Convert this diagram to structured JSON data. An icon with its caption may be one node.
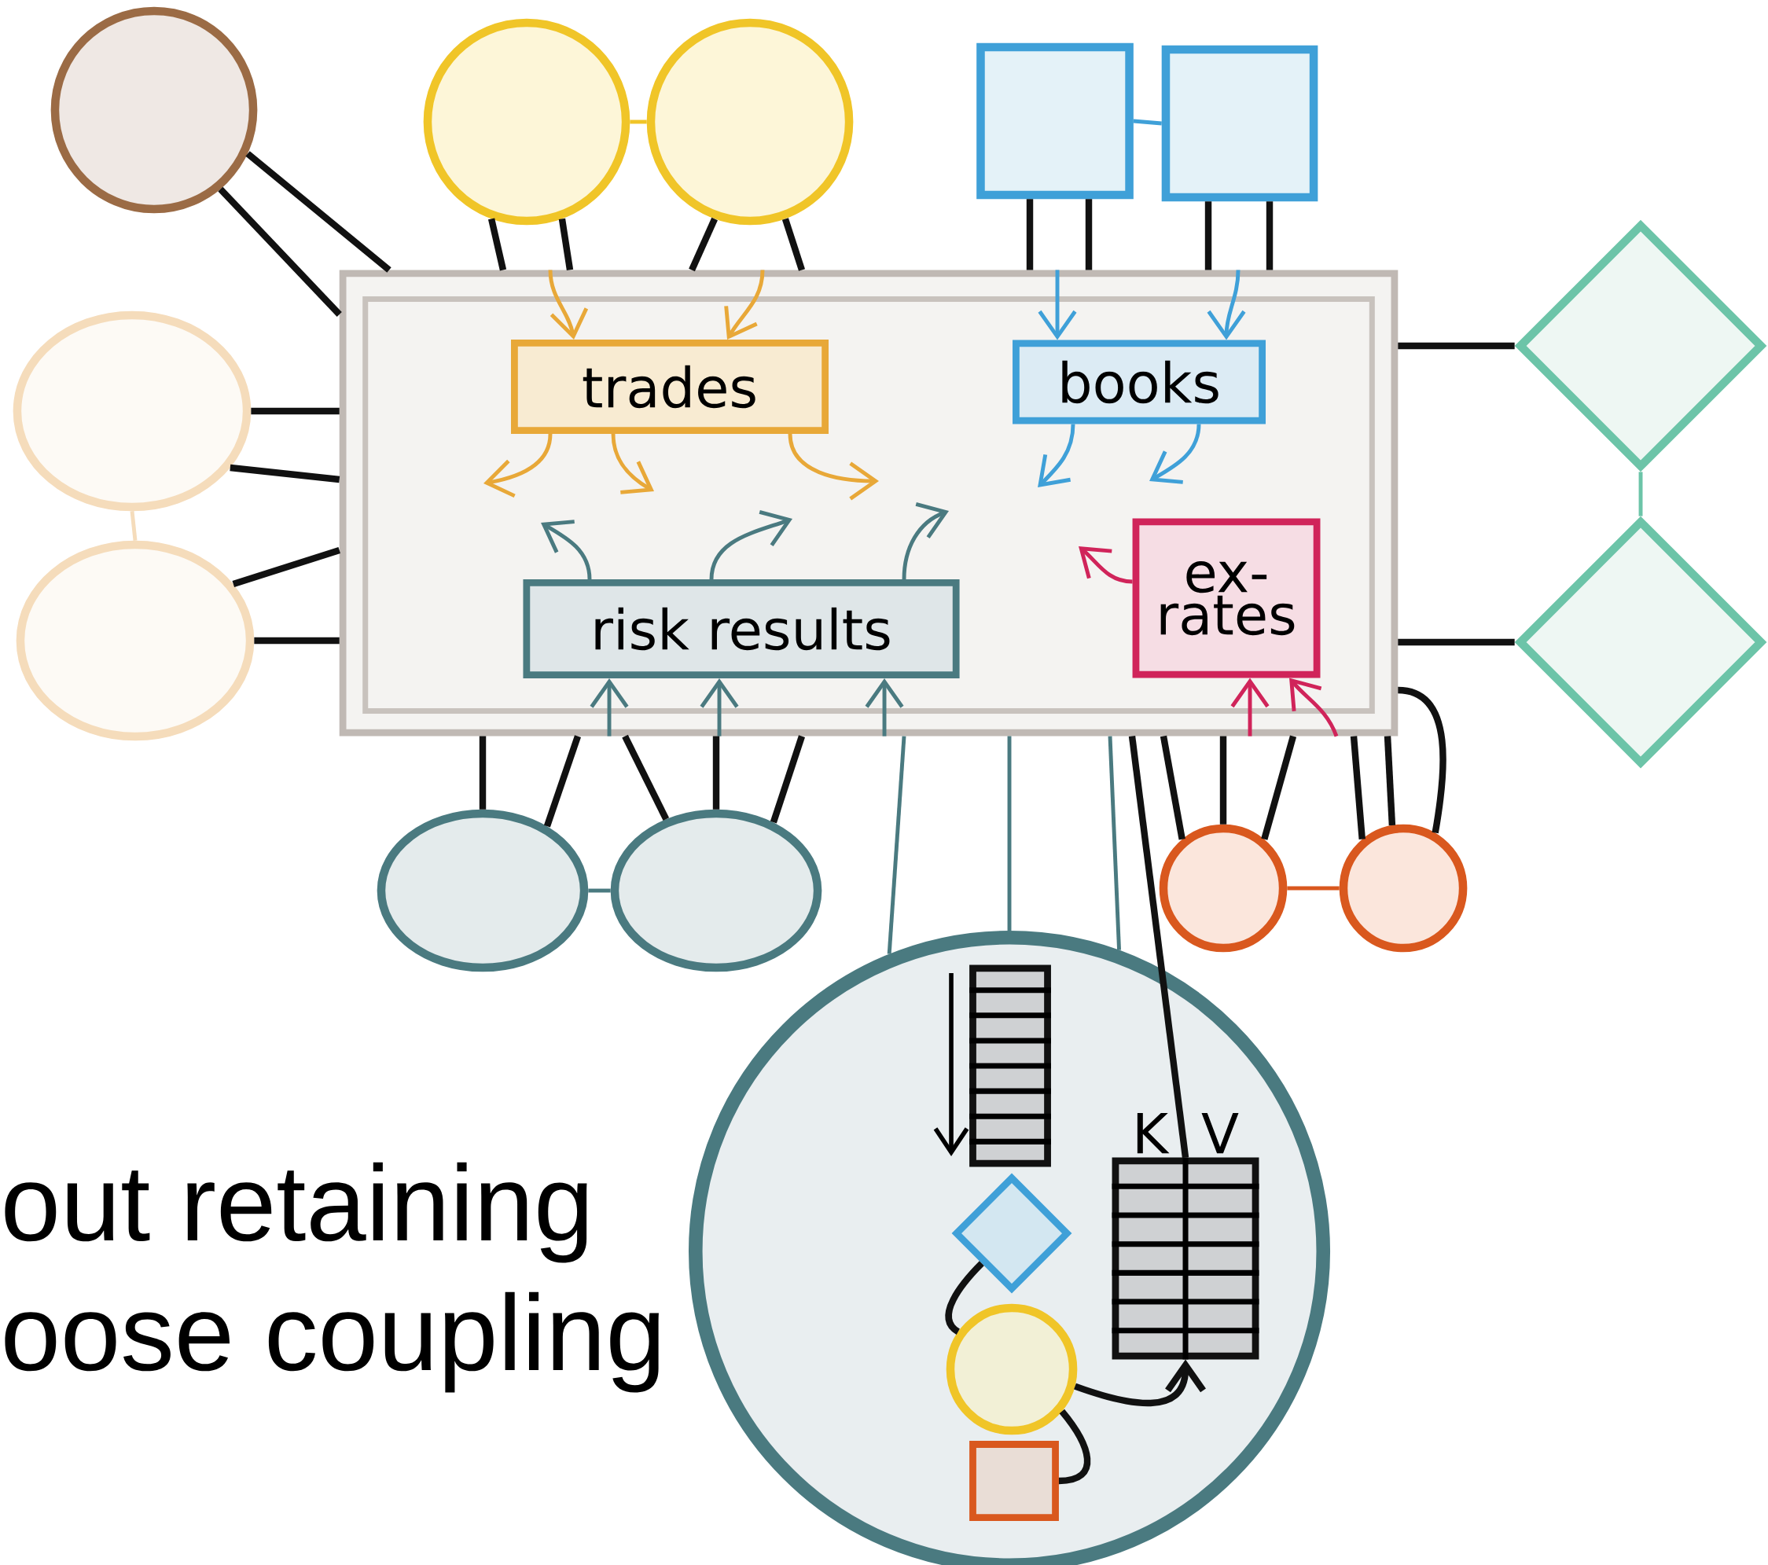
{
  "diagram": {
    "nodes": [
      {
        "text": [],
        "shape": "box"
      },
      {
        "text": [
          "trades"
        ],
        "in": 0
      },
      {
        "text": [
          "books"
        ],
        "in": 0
      },
      {
        "text": [
          "risk results"
        ],
        "in": 0
      },
      {
        "text": [
          "ex-rates"
        ],
        "in": 0
      },
      {
        "text": [],
        "shape": "circle"
      },
      {
        "text": [],
        "shape": "circle"
      },
      {
        "text": [],
        "shape": "circle"
      },
      {
        "text": [],
        "shape": "box"
      },
      {
        "text": [],
        "shape": "box"
      },
      {
        "text": [],
        "shape": "ellipse"
      },
      {
        "text": [],
        "shape": "ellipse"
      },
      {
        "text": [],
        "shape": "diamond"
      },
      {
        "text": [],
        "shape": "diamond"
      },
      {
        "text": [],
        "shape": "ellipse"
      },
      {
        "text": [],
        "shape": "ellipse"
      },
      {
        "text": [],
        "shape": "circle"
      },
      {
        "text": [],
        "shape": "circle"
      },
      {
        "text": [],
        "shape": "circle"
      },
      {
        "text": [],
        "shape": "stack",
        "in": 18
      },
      {
        "text": [],
        "shape": "diamond",
        "in": 18
      },
      {
        "text": [],
        "shape": "circle",
        "in": 18
      },
      {
        "text": [],
        "shape": "box",
        "in": 18
      },
      {
        "text": [],
        "shape": "table",
        "in": 18,
        "beside": [
          "K",
          "V"
        ]
      }
    ],
    "edges": [
      {
        "from": 0,
        "to": 1,
        "arrow": "to",
        "color": "#e8a838"
      },
      {
        "from": 0,
        "to": 1,
        "arrow": "to",
        "color": "#e8a838"
      },
      {
        "from": 1,
        "to": null,
        "arrow": "to",
        "color": "#e8a838"
      },
      {
        "from": 1,
        "to": null,
        "arrow": "to",
        "color": "#e8a838"
      },
      {
        "from": 1,
        "to": null,
        "arrow": "to",
        "color": "#e8a838"
      },
      {
        "from": 0,
        "to": 2,
        "arrow": "to",
        "color": "#3fa0d8"
      },
      {
        "from": 0,
        "to": 2,
        "arrow": "to",
        "color": "#3fa0d8"
      },
      {
        "from": 2,
        "to": null,
        "arrow": "to",
        "color": "#3fa0d8"
      },
      {
        "from": 2,
        "to": null,
        "arrow": "to",
        "color": "#3fa0d8"
      },
      {
        "from": 3,
        "to": null,
        "arrow": "to",
        "color": "#4a7a80"
      },
      {
        "from": 3,
        "to": null,
        "arrow": "to",
        "color": "#4a7a80"
      },
      {
        "from": 3,
        "to": null,
        "arrow": "to",
        "color": "#4a7a80"
      },
      {
        "from": 0,
        "to": 3,
        "arrow": "to",
        "color": "#4a7a80"
      },
      {
        "from": 0,
        "to": 3,
        "arrow": "to",
        "color": "#4a7a80"
      },
      {
        "from": 0,
        "to": 3,
        "arrow": "to",
        "color": "#4a7a80"
      },
      {
        "from": 4,
        "to": null,
        "arrow": "to",
        "color": "#d0245a"
      },
      {
        "from": 0,
        "to": 4,
        "arrow": "to",
        "color": "#d0245a"
      },
      {
        "from": 0,
        "to": 4,
        "arrow": "to",
        "color": "#d0245a"
      },
      {
        "from": 5,
        "to": 0,
        "arrow": "none"
      },
      {
        "from": 5,
        "to": 0,
        "arrow": "none"
      },
      {
        "from": 6,
        "to": 0,
        "arrow": "none"
      },
      {
        "from": 6,
        "to": 0,
        "arrow": "none"
      },
      {
        "from": 7,
        "to": 0,
        "arrow": "none"
      },
      {
        "from": 7,
        "to": 0,
        "arrow": "none"
      },
      {
        "from": 8,
        "to": 0,
        "arrow": "none"
      },
      {
        "from": 8,
        "to": 0,
        "arrow": "none"
      },
      {
        "from": 9,
        "to": 0,
        "arrow": "none"
      },
      {
        "from": 9,
        "to": 0,
        "arrow": "none"
      },
      {
        "from": 10,
        "to": 0,
        "arrow": "none"
      },
      {
        "from": 10,
        "to": 0,
        "arrow": "none"
      },
      {
        "from": 11,
        "to": 0,
        "arrow": "none"
      },
      {
        "from": 11,
        "to": 0,
        "arrow": "none"
      },
      {
        "from": 12,
        "to": 0,
        "arrow": "none"
      },
      {
        "from": 13,
        "to": 0,
        "arrow": "none"
      },
      {
        "from": 14,
        "to": 0,
        "arrow": "none"
      },
      {
        "from": 14,
        "to": 0,
        "arrow": "none"
      },
      {
        "from": 15,
        "to": 0,
        "arrow": "none"
      },
      {
        "from": 15,
        "to": 0,
        "arrow": "none"
      },
      {
        "from": 15,
        "to": 0,
        "arrow": "none"
      },
      {
        "from": 18,
        "to": 0,
        "arrow": "none",
        "color": "#4a7a80"
      },
      {
        "from": 18,
        "to": 0,
        "arrow": "none",
        "color": "#4a7a80"
      },
      {
        "from": 18,
        "to": 0,
        "arrow": "none",
        "color": "#4a7a80"
      },
      {
        "from": 0,
        "to": 23,
        "arrow": "none"
      },
      {
        "from": 16,
        "to": 0,
        "arrow": "none"
      },
      {
        "from": 16,
        "to": 0,
        "arrow": "none"
      },
      {
        "from": 16,
        "to": 0,
        "arrow": "none"
      },
      {
        "from": 17,
        "to": 0,
        "arrow": "none"
      },
      {
        "from": 17,
        "to": 0,
        "arrow": "none"
      },
      {
        "from": 17,
        "to": 0,
        "arrow": "none"
      },
      {
        "from": 6,
        "to": 7,
        "arrow": "none",
        "color": "#f0c528"
      },
      {
        "from": 8,
        "to": 9,
        "arrow": "none",
        "color": "#3fa0d8"
      },
      {
        "from": 10,
        "to": 11,
        "arrow": "none",
        "color": "#f5dcbb"
      },
      {
        "from": 12,
        "to": 13,
        "arrow": "none",
        "color": "#6cc4a8"
      },
      {
        "from": 14,
        "to": 15,
        "arrow": "none",
        "color": "#4a7a80"
      },
      {
        "from": 16,
        "to": 17,
        "arrow": "none",
        "color": "#d9581e"
      },
      {
        "from": 20,
        "to": 21,
        "arrow": "none"
      },
      {
        "from": 21,
        "to": 23,
        "arrow": "to"
      },
      {
        "from": 22,
        "to": 21,
        "arrow": "none"
      }
    ],
    "labels": [
      "out retaining",
      "oose coupling"
    ]
  }
}
